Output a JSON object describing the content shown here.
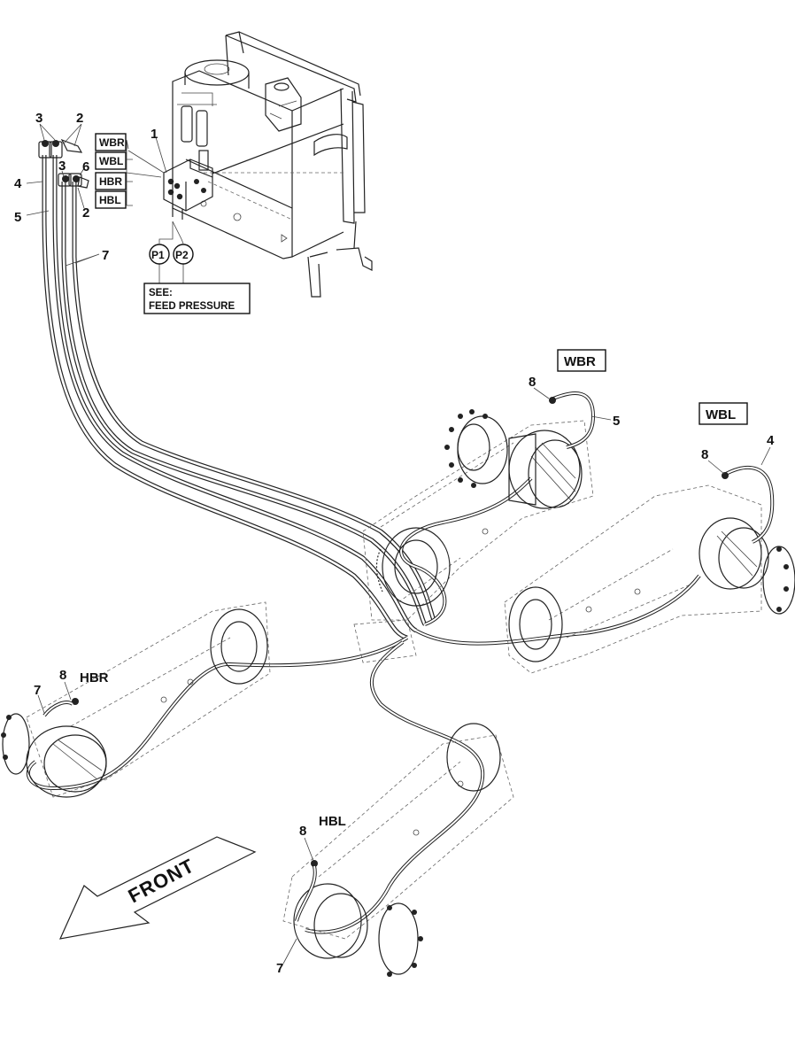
{
  "callouts": {
    "c1": "1",
    "c2a": "2",
    "c2b": "2",
    "c3a": "3",
    "c3b": "3",
    "c4a": "4",
    "c4b": "4",
    "c5a": "5",
    "c5b": "5",
    "c6": "6",
    "c7a": "7",
    "c7b": "7",
    "c7c": "7",
    "c8a": "8",
    "c8b": "8",
    "c8c": "8",
    "c8d": "8"
  },
  "port_labels": {
    "wbr": "WBR",
    "wbl": "WBL",
    "hbr": "HBR",
    "hbl": "HBL"
  },
  "pressure_ports": {
    "p1": "P1",
    "p2": "P2"
  },
  "see_note": {
    "line1": "SEE:",
    "line2": "FEED PRESSURE"
  },
  "wheel_labels": {
    "wbr": "WBR",
    "wbl": "WBL",
    "hbr": "HBR",
    "hbl": "HBL"
  },
  "front_label": "FRONT"
}
